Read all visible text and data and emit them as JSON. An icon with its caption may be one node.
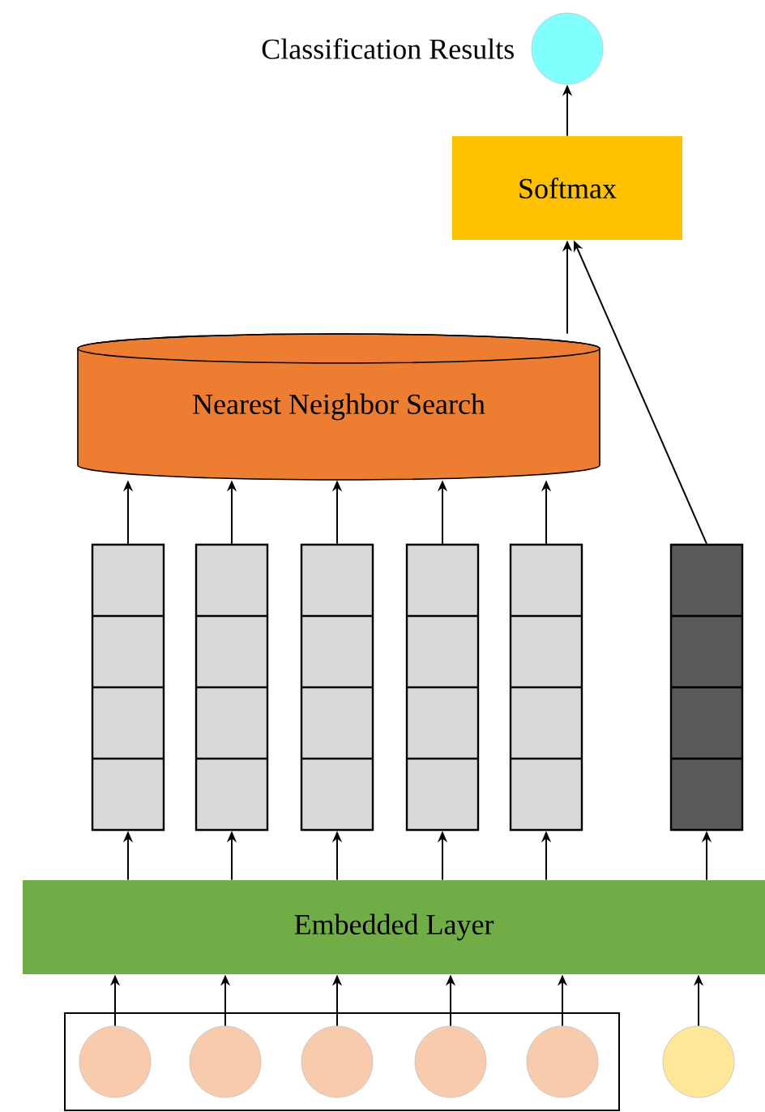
{
  "diagram": {
    "nodes": [
      {
        "text": [],
        "shape": "circle",
        "beside": [
          "Classification Results"
        ]
      },
      {
        "text": [
          "Softmax"
        ]
      },
      {
        "text": [
          "Nearest Neighbor Search"
        ]
      },
      {
        "text": [],
        "shape": "bar"
      },
      {
        "text": [],
        "shape": "bar"
      },
      {
        "text": [],
        "shape": "bar"
      },
      {
        "text": [],
        "shape": "bar"
      },
      {
        "text": [],
        "shape": "bar"
      },
      {
        "text": [],
        "shape": "bar"
      },
      {
        "text": [
          "Embedded Layer"
        ]
      },
      {
        "text": [],
        "shape": "box"
      },
      {
        "text": [],
        "shape": "circle",
        "in": 10
      },
      {
        "text": [],
        "shape": "circle",
        "in": 10
      },
      {
        "text": [],
        "shape": "circle",
        "in": 10
      },
      {
        "text": [],
        "shape": "circle",
        "in": 10
      },
      {
        "text": [],
        "shape": "circle",
        "in": 10
      },
      {
        "text": [],
        "shape": "circle"
      }
    ],
    "edges": [
      {
        "from": 1,
        "to": 0,
        "arrow": "to"
      },
      {
        "from": 2,
        "to": 1,
        "arrow": "to"
      },
      {
        "from": 8,
        "to": 1,
        "arrow": "to"
      },
      {
        "from": 3,
        "to": 2,
        "arrow": "to"
      },
      {
        "from": 4,
        "to": 2,
        "arrow": "to"
      },
      {
        "from": 5,
        "to": 2,
        "arrow": "to"
      },
      {
        "from": 6,
        "to": 2,
        "arrow": "to"
      },
      {
        "from": 7,
        "to": 2,
        "arrow": "to"
      },
      {
        "from": 9,
        "to": 3,
        "arrow": "to"
      },
      {
        "from": 9,
        "to": 4,
        "arrow": "to"
      },
      {
        "from": 9,
        "to": 5,
        "arrow": "to"
      },
      {
        "from": 9,
        "to": 6,
        "arrow": "to"
      },
      {
        "from": 9,
        "to": 7,
        "arrow": "to"
      },
      {
        "from": 9,
        "to": 8,
        "arrow": "to"
      },
      {
        "from": 11,
        "to": 9,
        "arrow": "to"
      },
      {
        "from": 12,
        "to": 9,
        "arrow": "to"
      },
      {
        "from": 13,
        "to": 9,
        "arrow": "to"
      },
      {
        "from": 14,
        "to": 9,
        "arrow": "to"
      },
      {
        "from": 15,
        "to": 9,
        "arrow": "to"
      },
      {
        "from": 16,
        "to": 9,
        "arrow": "to"
      }
    ]
  }
}
